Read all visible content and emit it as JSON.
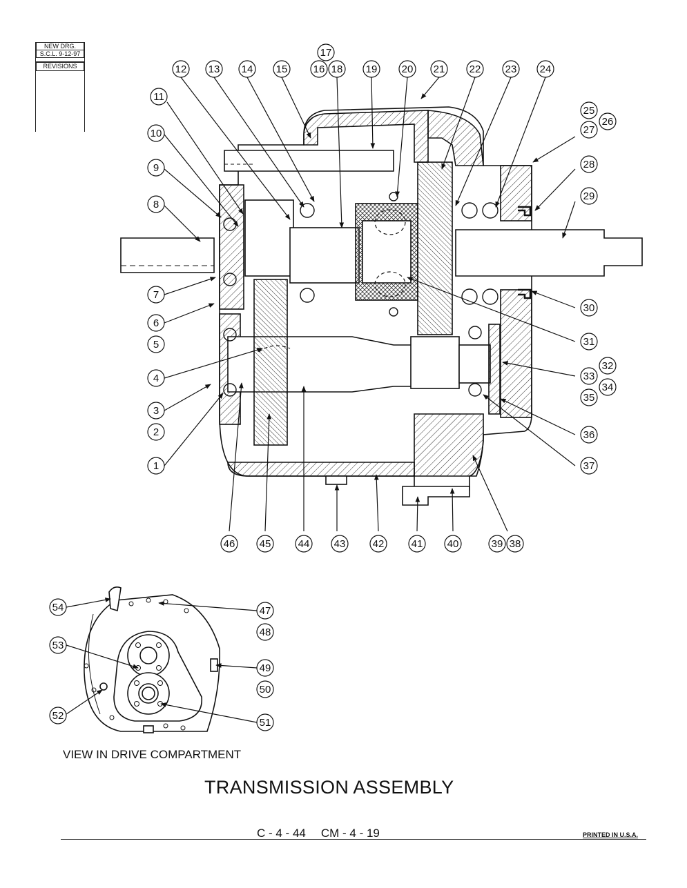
{
  "revision_block": {
    "line1": "NEW DRG.",
    "line2": "S.C.L.  9-12-97",
    "line3": "REVISIONS"
  },
  "main_view": {
    "callouts_top": [
      "12",
      "13",
      "14",
      "15",
      "16",
      "18",
      "17",
      "19",
      "20",
      "21",
      "22",
      "23",
      "24"
    ],
    "callouts_left": [
      "11",
      "10",
      "9",
      "8",
      "7",
      "6",
      "5",
      "4",
      "3",
      "2",
      "1"
    ],
    "callouts_right": [
      "25",
      "26",
      "27",
      "28",
      "29",
      "30",
      "31",
      "32",
      "33",
      "34",
      "35",
      "36",
      "37"
    ],
    "callouts_bottom": [
      "46",
      "45",
      "44",
      "43",
      "42",
      "41",
      "40",
      "39",
      "38"
    ]
  },
  "drive_view": {
    "callouts": [
      "54",
      "53",
      "52",
      "47",
      "48",
      "49",
      "50",
      "51"
    ],
    "caption": "VIEW IN DRIVE COMPARTMENT"
  },
  "title": "TRANSMISSION ASSEMBLY",
  "doc_codes": [
    "C - 4 - 44",
    "CM - 4 - 19"
  ],
  "printed": "PRINTED IN U.S.A."
}
